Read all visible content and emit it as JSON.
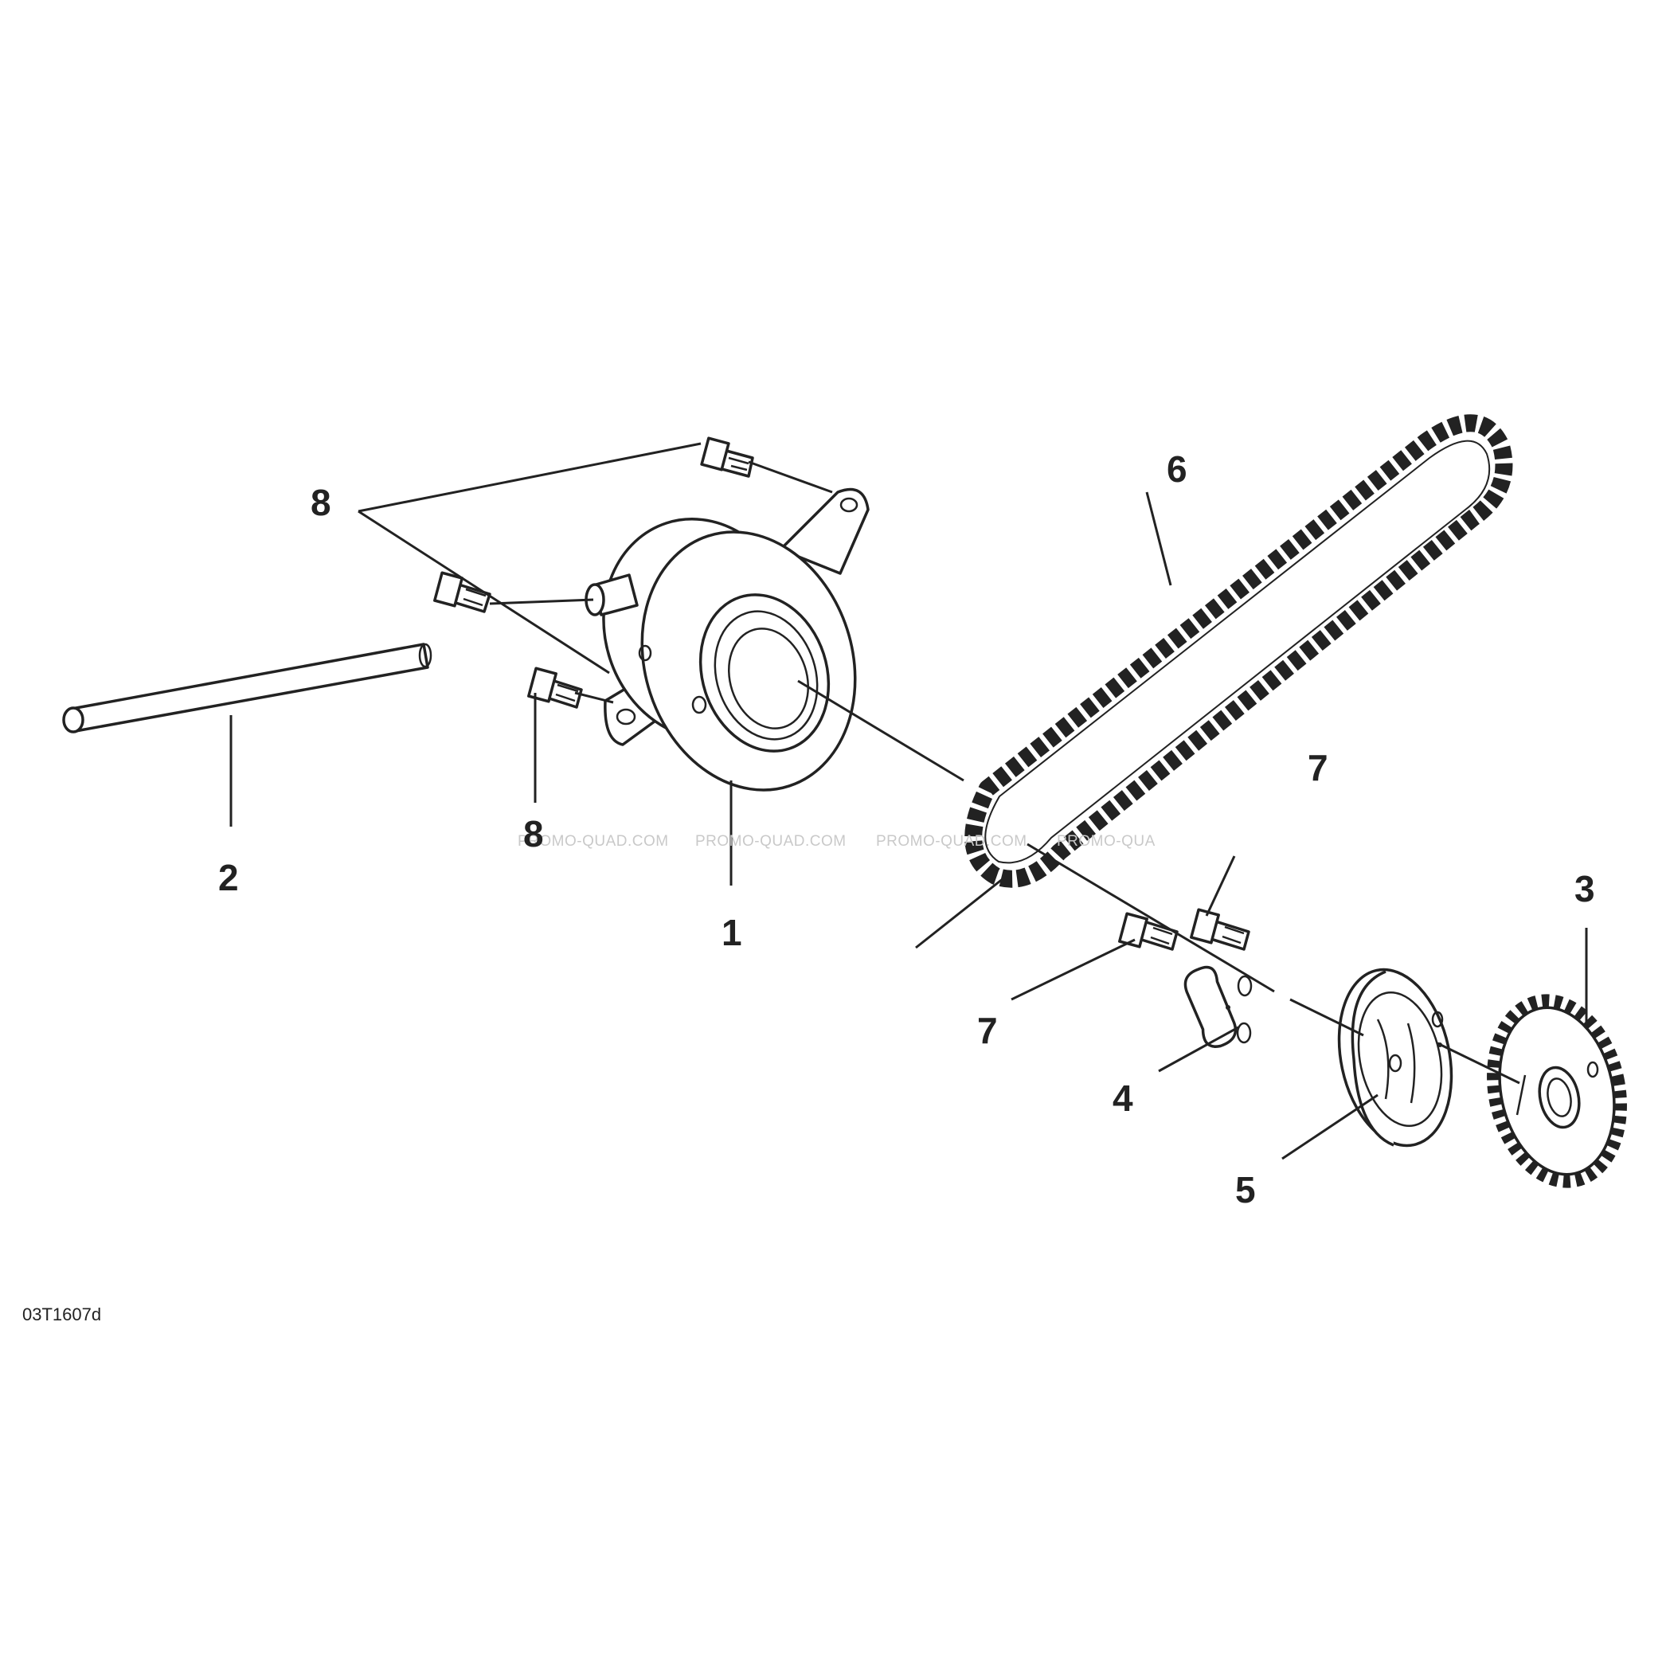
{
  "figure_ref": "03T1607d",
  "watermark_text": "PROMO-QUAD.COM",
  "watermark_partial": "PROMO-QUA",
  "callouts": {
    "c1": "1",
    "c2": "2",
    "c3": "3",
    "c4": "4",
    "c5": "5",
    "c6": "6",
    "c7a": "7",
    "c7b": "7",
    "c8a": "8",
    "c8b": "8"
  },
  "colors": {
    "ink": "#222222",
    "watermark": "#c9c9c9",
    "background": "#ffffff"
  }
}
